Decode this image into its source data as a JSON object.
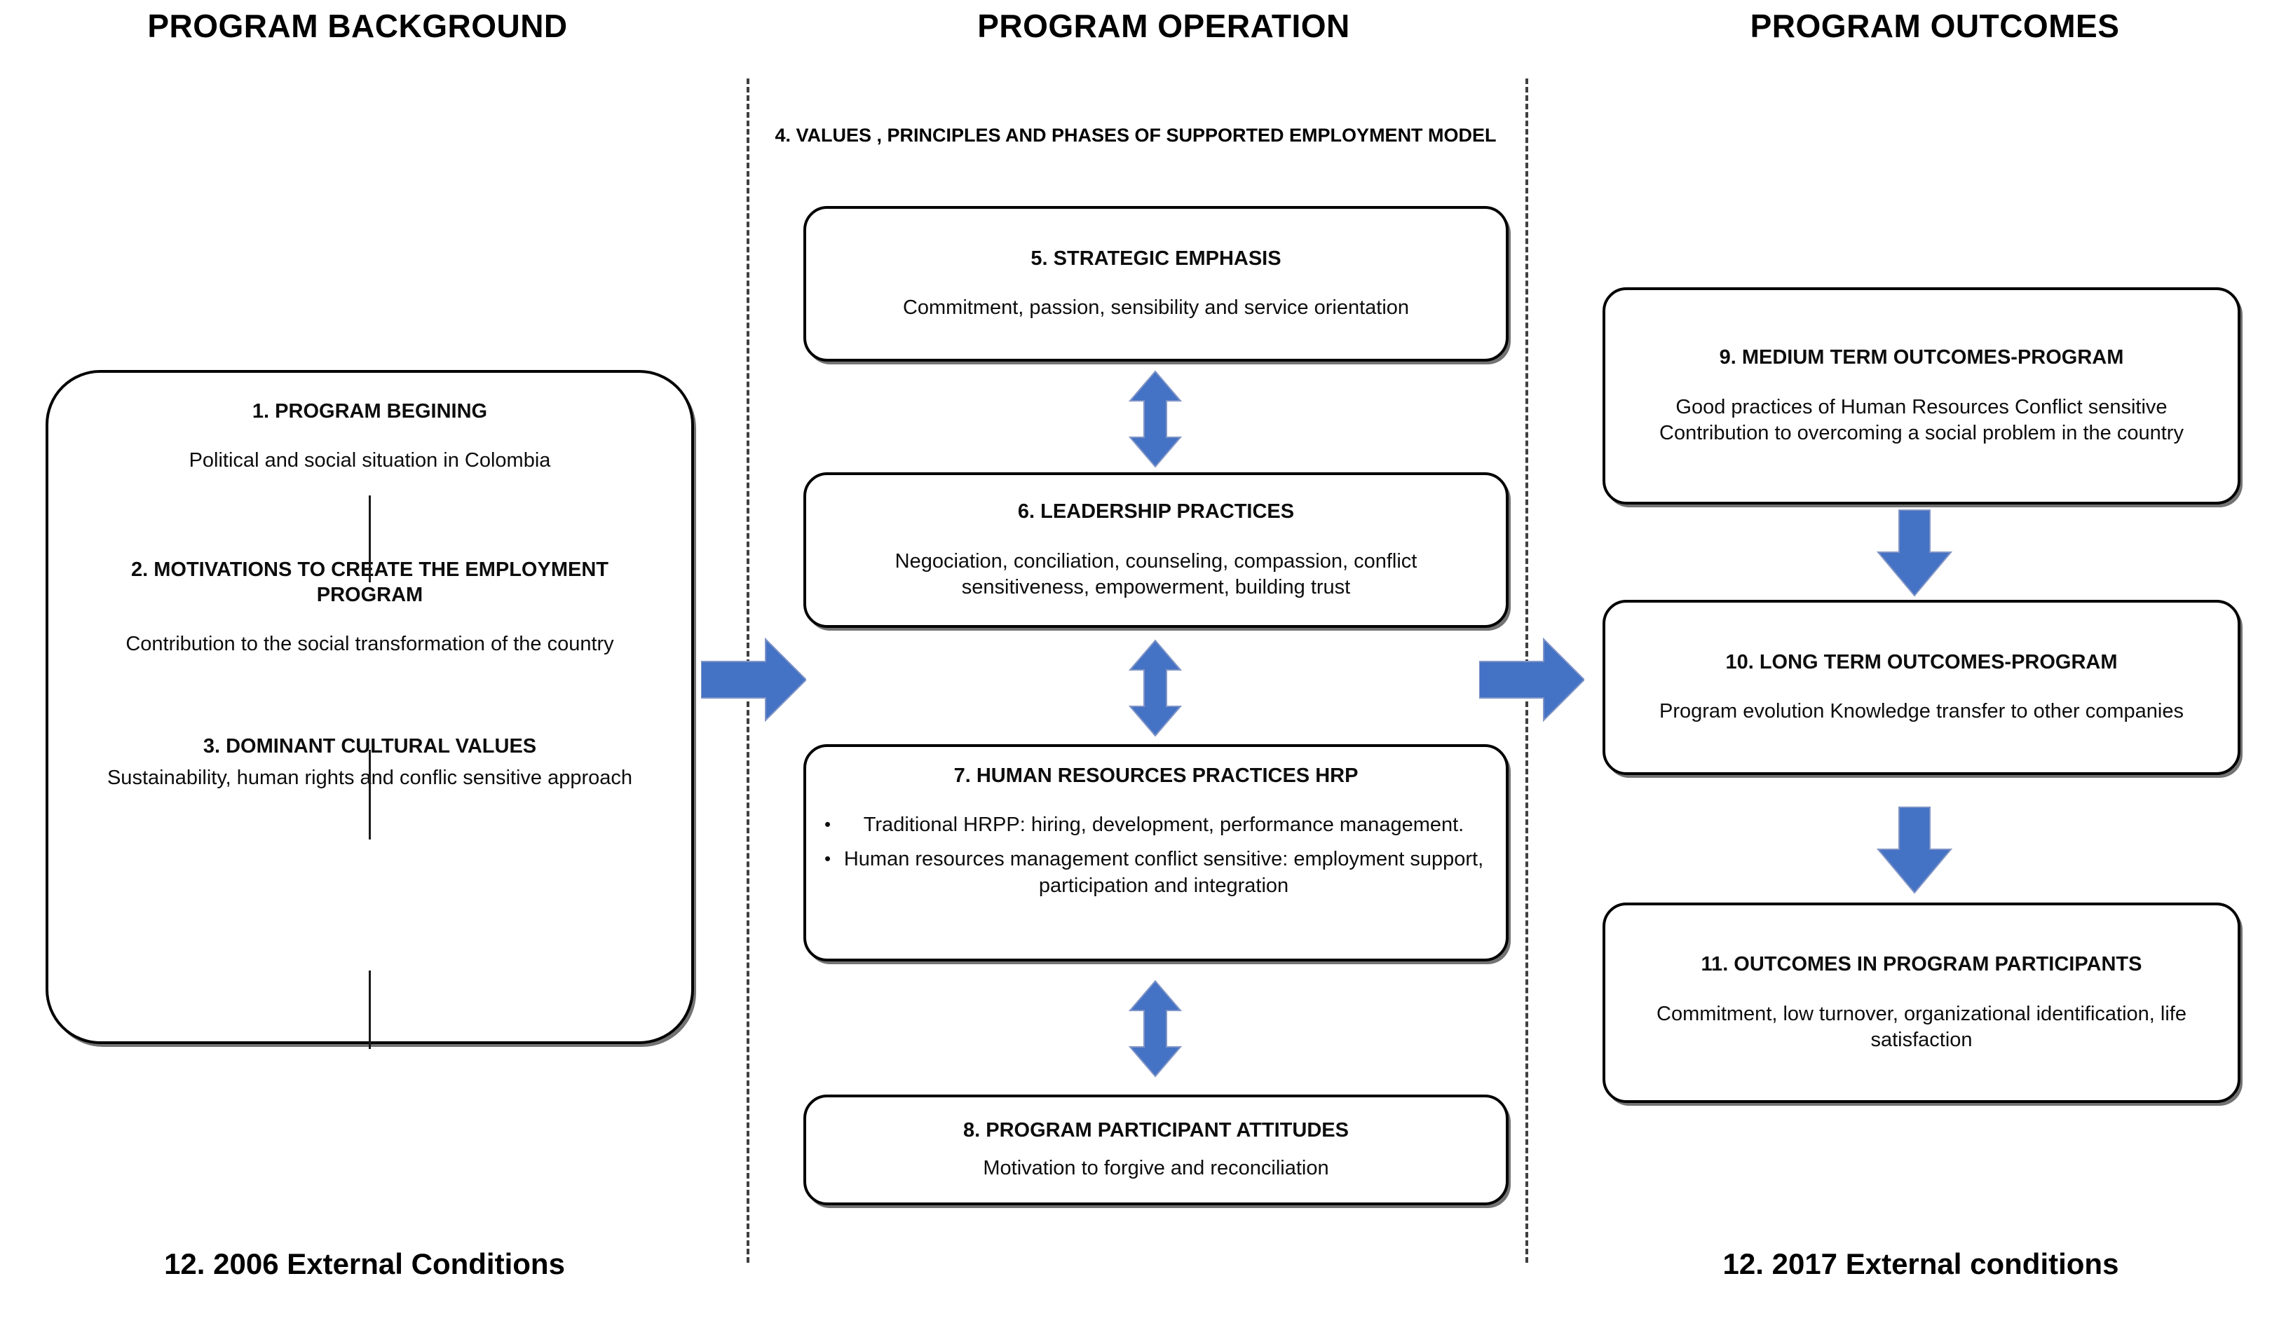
{
  "diagram": {
    "title": "Supported Employment Program Model",
    "accent_color": "#4472C4",
    "line_color": "#000000",
    "background": "#ffffff",
    "columns": [
      {
        "id": "background",
        "header": "PROGRAM BACKGROUND"
      },
      {
        "id": "operation",
        "header": "PROGRAM OPERATION"
      },
      {
        "id": "outcomes",
        "header": "PROGRAM OUTCOMES"
      }
    ],
    "section_subtitle": "4. VALUES , PRINCIPLES AND PHASES OF SUPPORTED EMPLOYMENT MODEL",
    "nodes": {
      "n1": {
        "number": "1.",
        "title": "1. PROGRAM BEGINING",
        "body": "Political and social situation in Colombia"
      },
      "n2": {
        "number": "2.",
        "title": "2. MOTIVATIONS TO CREATE THE EMPLOYMENT PROGRAM",
        "body": "Contribution to the social transformation of the country"
      },
      "n3": {
        "number": "3.",
        "title": "3. DOMINANT CULTURAL VALUES",
        "body": "Sustainability, human rights and conflic sensitive approach"
      },
      "n5": {
        "number": "5.",
        "title": "5. STRATEGIC EMPHASIS",
        "body": "Commitment, passion, sensibility and service orientation"
      },
      "n6": {
        "number": "6.",
        "title": "6. LEADERSHIP PRACTICES",
        "body": "Negociation, conciliation, counseling, compassion, conflict sensitiveness, empowerment, building trust"
      },
      "n7": {
        "number": "7.",
        "title": "7. HUMAN RESOURCES PRACTICES HRP",
        "bullets": [
          "Traditional HRPP: hiring, development, performance management.",
          "Human resources management conflict sensitive: employment support, participation and integration"
        ]
      },
      "n8": {
        "number": "8.",
        "title": "8. PROGRAM PARTICIPANT ATTITUDES",
        "body": "Motivation to forgive and reconciliation"
      },
      "n9": {
        "number": "9.",
        "title": "9. MEDIUM TERM OUTCOMES-PROGRAM",
        "body": "Good practices of  Human Resources Conflict sensitive Contribution to overcoming a social problem in the country"
      },
      "n10": {
        "number": "10.",
        "title": "10. LONG TERM OUTCOMES-PROGRAM",
        "body": "Program evolution Knowledge transfer to other companies"
      },
      "n11": {
        "number": "11.",
        "title": "11. OUTCOMES IN PROGRAM PARTICIPANTS",
        "body": "Commitment, low turnover, organizational identification, life satisfaction"
      }
    },
    "footers": {
      "left": "12. 2006 External Conditions",
      "right": "12. 2017 External conditions"
    },
    "connectors": [
      {
        "id": "bg-to-op",
        "type": "arrow-right",
        "label": "background-to-operation"
      },
      {
        "id": "op-to-out",
        "type": "arrow-right",
        "label": "operation-to-outcomes"
      },
      {
        "id": "n5-n6",
        "type": "arrow-double-vertical",
        "label": "strategic-emphasis-leadership-practices"
      },
      {
        "id": "n6-n7",
        "type": "arrow-double-vertical",
        "label": "leadership-practices-hr-practices"
      },
      {
        "id": "n7-n8",
        "type": "arrow-double-vertical",
        "label": "hr-practices-participant-attitudes"
      },
      {
        "id": "n9-n10",
        "type": "arrow-down",
        "label": "medium-to-long-term-outcomes"
      },
      {
        "id": "n10-n11",
        "type": "arrow-down",
        "label": "long-term-to-participant-outcomes"
      }
    ]
  }
}
